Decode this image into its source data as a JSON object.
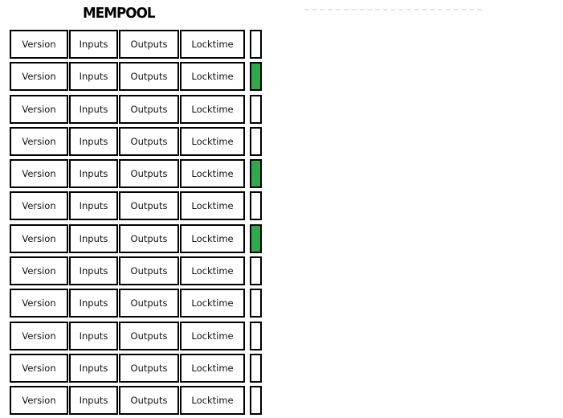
{
  "title": "MEMPOOL",
  "mempool": {
    "fields": [
      "Version",
      "Inputs",
      "Outputs",
      "Locktime"
    ],
    "transactions": [
      {
        "indicator": "white"
      },
      {
        "indicator": "green"
      },
      {
        "indicator": "white"
      },
      {
        "indicator": "white"
      },
      {
        "indicator": "green"
      },
      {
        "indicator": "white"
      },
      {
        "indicator": "green"
      },
      {
        "indicator": "white"
      },
      {
        "indicator": "white"
      },
      {
        "indicator": "white"
      },
      {
        "indicator": "white"
      },
      {
        "indicator": "white"
      }
    ]
  },
  "colors": {
    "border": "#000000",
    "indicator_green": "#2daa4b",
    "indicator_white": "#ffffff"
  }
}
